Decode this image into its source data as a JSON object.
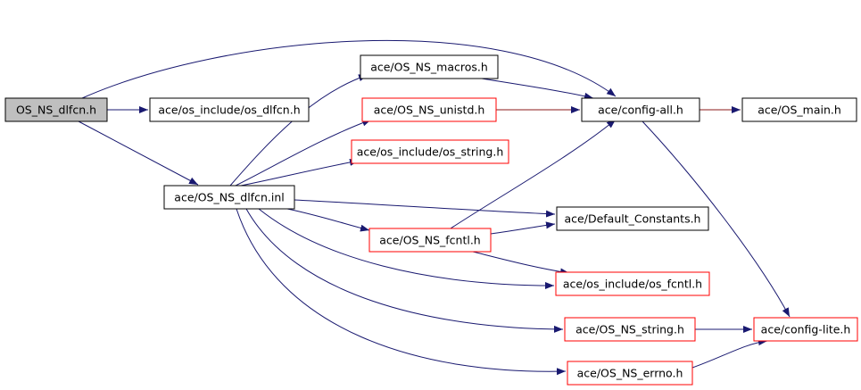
{
  "colors": {
    "edge_include": "#191970",
    "edge_transitive": "#8b1a1a",
    "border_normal": "#000000",
    "border_truncated": "#ff0000",
    "root_fill": "#bfbfbf",
    "node_fill": "#ffffff"
  },
  "nodes": [
    {
      "id": "os_ns_dlfcn_h",
      "label": "OS_NS_dlfcn.h",
      "style": "root"
    },
    {
      "id": "os_dlfcn_h",
      "label": "ace/os_include/os_dlfcn.h",
      "style": "normal"
    },
    {
      "id": "os_ns_dlfcn_inl",
      "label": "ace/OS_NS_dlfcn.inl",
      "style": "normal"
    },
    {
      "id": "os_ns_macros_h",
      "label": "ace/OS_NS_macros.h",
      "style": "normal"
    },
    {
      "id": "os_ns_unistd_h",
      "label": "ace/OS_NS_unistd.h",
      "style": "truncated"
    },
    {
      "id": "os_string_h",
      "label": "ace/os_include/os_string.h",
      "style": "truncated"
    },
    {
      "id": "config_all_h",
      "label": "ace/config-all.h",
      "style": "normal"
    },
    {
      "id": "os_main_h",
      "label": "ace/OS_main.h",
      "style": "normal"
    },
    {
      "id": "default_constants_h",
      "label": "ace/Default_Constants.h",
      "style": "normal"
    },
    {
      "id": "os_ns_fcntl_h",
      "label": "ace/OS_NS_fcntl.h",
      "style": "truncated"
    },
    {
      "id": "os_fcntl_h",
      "label": "ace/os_include/os_fcntl.h",
      "style": "truncated"
    },
    {
      "id": "os_ns_string_h",
      "label": "ace/OS_NS_string.h",
      "style": "truncated"
    },
    {
      "id": "config_lite_h",
      "label": "ace/config-lite.h",
      "style": "truncated"
    },
    {
      "id": "os_ns_errno_h",
      "label": "ace/OS_NS_errno.h",
      "style": "truncated"
    }
  ],
  "edges": [
    {
      "from": "os_ns_dlfcn_h",
      "to": "os_dlfcn_h",
      "kind": "include"
    },
    {
      "from": "os_ns_dlfcn_h",
      "to": "config_all_h",
      "kind": "include"
    },
    {
      "from": "os_ns_dlfcn_h",
      "to": "os_ns_dlfcn_inl",
      "kind": "include"
    },
    {
      "from": "os_ns_dlfcn_inl",
      "to": "os_ns_macros_h",
      "kind": "include"
    },
    {
      "from": "os_ns_dlfcn_inl",
      "to": "os_ns_unistd_h",
      "kind": "include"
    },
    {
      "from": "os_ns_dlfcn_inl",
      "to": "os_string_h",
      "kind": "include"
    },
    {
      "from": "os_ns_dlfcn_inl",
      "to": "default_constants_h",
      "kind": "include"
    },
    {
      "from": "os_ns_dlfcn_inl",
      "to": "os_ns_fcntl_h",
      "kind": "include"
    },
    {
      "from": "os_ns_dlfcn_inl",
      "to": "os_fcntl_h",
      "kind": "include"
    },
    {
      "from": "os_ns_dlfcn_inl",
      "to": "os_ns_string_h",
      "kind": "include"
    },
    {
      "from": "os_ns_dlfcn_inl",
      "to": "os_ns_errno_h",
      "kind": "include"
    },
    {
      "from": "os_ns_macros_h",
      "to": "config_all_h",
      "kind": "include"
    },
    {
      "from": "os_ns_unistd_h",
      "to": "config_all_h",
      "kind": "transitive"
    },
    {
      "from": "config_all_h",
      "to": "os_main_h",
      "kind": "transitive"
    },
    {
      "from": "config_all_h",
      "to": "config_lite_h",
      "kind": "include"
    },
    {
      "from": "os_ns_fcntl_h",
      "to": "config_all_h",
      "kind": "include"
    },
    {
      "from": "os_ns_fcntl_h",
      "to": "default_constants_h",
      "kind": "include"
    },
    {
      "from": "os_ns_fcntl_h",
      "to": "os_fcntl_h",
      "kind": "include"
    },
    {
      "from": "os_ns_string_h",
      "to": "config_lite_h",
      "kind": "include"
    },
    {
      "from": "os_ns_errno_h",
      "to": "config_lite_h",
      "kind": "include"
    }
  ]
}
